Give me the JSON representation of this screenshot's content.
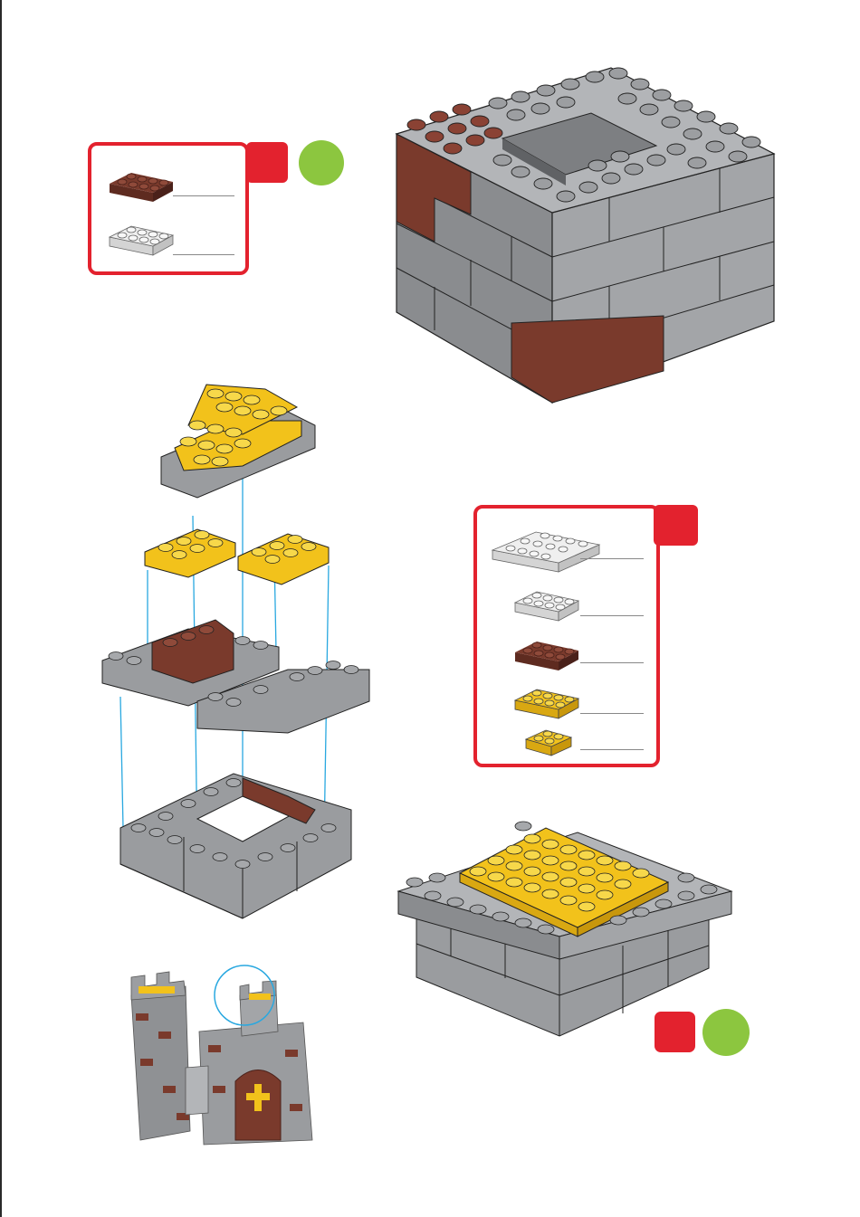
{
  "page": {
    "background": "#ffffff"
  },
  "colors": {
    "red_accent": "#e3222e",
    "green_dot": "#8cc63f",
    "brick_grey": "#9a9c9f",
    "brick_grey_dark": "#6f7174",
    "brick_brown": "#7a3a2c",
    "brick_yellow": "#f2c21b",
    "brick_light": "#e4e4e4",
    "guide_line": "#29a8e0"
  },
  "parts_list_1": {
    "items": [
      {
        "icon": "brown-2x4-brick-icon",
        "count": ""
      },
      {
        "icon": "light-grey-2x4-brick-icon",
        "count": ""
      }
    ]
  },
  "parts_list_2": {
    "items": [
      {
        "icon": "light-grey-2x6-brick-icon",
        "count": ""
      },
      {
        "icon": "light-grey-2x4-brick-icon",
        "count": ""
      },
      {
        "icon": "brown-2x4-brick-icon",
        "count": ""
      },
      {
        "icon": "yellow-2x4-brick-icon",
        "count": ""
      },
      {
        "icon": "yellow-2x2-brick-icon",
        "count": ""
      }
    ]
  },
  "illustrations": [
    "tower-walls-assembled",
    "tower-top-exploded-view",
    "tower-top-assembled",
    "castle-overview-highlighted"
  ]
}
